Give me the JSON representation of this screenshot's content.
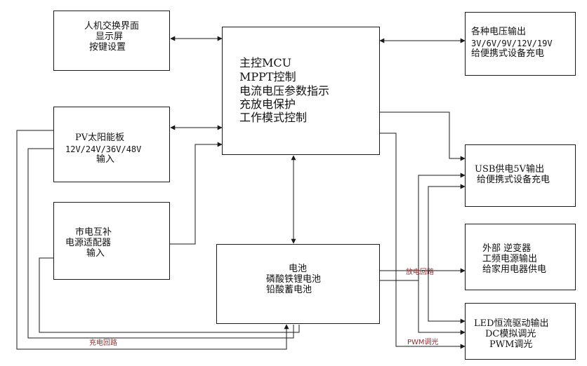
{
  "hmi": {
    "line1": "人机交换界面",
    "line2": "显示屏",
    "line3": "按键设置"
  },
  "mcu": {
    "line1": "主控MCU",
    "line2": "MPPT控制",
    "line3": "电流电压参数指示",
    "line4": "充放电保护",
    "line5": "工作模式控制"
  },
  "voltage_out": {
    "line1": "各种电压输出",
    "line2": "3V/6V/9V/12V/19V",
    "line3": "给便携式设备充电"
  },
  "pv": {
    "line1": "PV太阳能板",
    "line2": "12V/24V/36V/48V",
    "line3": "输入"
  },
  "usb": {
    "line1": "USB供电5V输出",
    "line2": "给便携式设备充电"
  },
  "mains": {
    "line1": "市电互补",
    "line2": "电源适配器",
    "line3": "输入"
  },
  "battery": {
    "line1": "电池",
    "line2": "磷酸铁锂电池",
    "line3": "铅酸蓄电池"
  },
  "inverter": {
    "line1": "外部 逆变器",
    "line2": "工频电源输出",
    "line3": "给家用电器供电"
  },
  "led": {
    "line1": "LED恒流驱动输出",
    "line2": "DC模拟调光",
    "line3": "PWM调光"
  },
  "labels": {
    "discharge": "放电回路",
    "charge": "充电回路",
    "pwm": "PWM调光"
  },
  "colors": {
    "line": "#1a1a1a",
    "label": "#8a3030"
  }
}
